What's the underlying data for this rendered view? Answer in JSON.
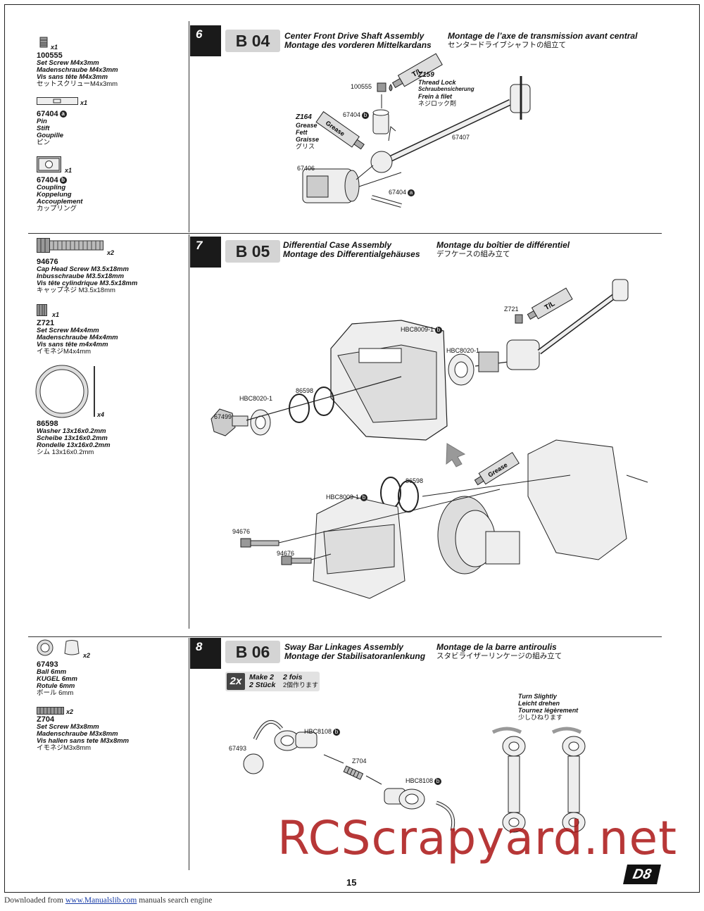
{
  "parts": {
    "p1": {
      "qty": "x1",
      "number": "100555",
      "en": "Set Screw M4x3mm",
      "de": "Madenschraube M4x3mm",
      "fr": "Vis sans tête M4x3mm",
      "jp": "セットスクリューM4x3mm"
    },
    "p2": {
      "qty": "x1",
      "number": "67404",
      "badge": "a",
      "en": "Pin",
      "de": "Stift",
      "fr": "Goupille",
      "jp": "ピン"
    },
    "p3": {
      "qty": "x1",
      "number": "67404",
      "badge": "b",
      "en": "Coupling",
      "de": "Koppelung",
      "fr": "Accouplement",
      "jp": "カップリング"
    },
    "p4": {
      "qty": "x2",
      "number": "94676",
      "en": "Cap Head Screw M3.5x18mm",
      "de": "Inbusschraube M3.5x18mm",
      "fr": "Vis tête cylindrique M3.5x18mm",
      "jp": "キャップネジ M3.5x18mm"
    },
    "p5": {
      "qty": "x1",
      "number": "Z721",
      "en": "Set Screw M4x4mm",
      "de": "Madenschraube M4x4mm",
      "fr": "Vis sans tête m4x4mm",
      "jp": "イモネジM4x4mm"
    },
    "p6": {
      "qty": "x4",
      "number": "86598",
      "en": "Washer 13x16x0.2mm",
      "de": "Scheibe 13x16x0.2mm",
      "fr": "Rondelle 13x16x0.2mm",
      "jp": "シム 13x16x0.2mm"
    },
    "p7": {
      "qty": "x2",
      "number": "67493",
      "en": "Ball 6mm",
      "de": "KUGEL 6mm",
      "fr": "Rotule 6mm",
      "jp": "ボール 6mm"
    },
    "p8": {
      "qty": "x2",
      "number": "Z704",
      "en": "Set Screw M3x8mm",
      "de": "Madenschraube M3x8mm",
      "fr": "Vis  hallen sans tete M3x8mm",
      "jp": "イモネジM3x8mm"
    }
  },
  "steps": {
    "s6": {
      "num": "6",
      "code": "B 04",
      "en": "Center Front Drive Shaft Assembly",
      "de": "Montage des vorderen Mittelkardans",
      "fr": "Montage de l’axe de transmission avant central",
      "jp": "センタードライブシャフトの組立て",
      "labels": {
        "a": "100555",
        "b": "Z159",
        "c": "Thread Lock",
        "d": "Schraubensicherung",
        "e": "Frein à filet",
        "f": "ネジロック剤",
        "g": "67404",
        "h": "Z164",
        "i": "Grease",
        "j": "Fett",
        "k": "Graisse",
        "l": "グリス",
        "m": "67407",
        "n": "67406",
        "o": "67404",
        "p": "T/L",
        "q": "Grease"
      }
    },
    "s7": {
      "num": "7",
      "code": "B 05",
      "en": "Differential Case Assembly",
      "de": "Montage des Differentialgehäuses",
      "fr": "Montage du boîtier de différentiel",
      "jp": "デフケースの組み立て",
      "labels": {
        "a": "Z721",
        "b": "HBC8009-1",
        "c": "HBC8020-1",
        "d": "HBC8020-1",
        "e": "86598",
        "f": "67499",
        "g": "86598",
        "h": "HBC8009-1",
        "i": "94676",
        "j": "94676",
        "k": "T/L",
        "l": "Grease"
      }
    },
    "s8": {
      "num": "8",
      "code": "B 06",
      "en": "Sway Bar Linkages Assembly",
      "de": "Montage der Stabilisatoranlenkung",
      "fr": "Montage de la barre antiroulis",
      "jp": "スタビライザーリンケージの組み立て",
      "make": {
        "box": "2x",
        "en": "Make 2",
        "de": "2 Stück",
        "fr": "2 fois",
        "jp": "2個作ります"
      },
      "labels": {
        "a": "HBC8108",
        "b": "67493",
        "c": "Z704",
        "d": "HBC8108"
      },
      "turn": {
        "en": "Turn Slightly",
        "de": "Leicht drehen",
        "fr": "Tournez légèrement",
        "jp": "少しひねります"
      }
    }
  },
  "page_number": "15",
  "logo": "D8",
  "watermark": "RCScrapyard.net",
  "footer": {
    "prefix": "Downloaded from ",
    "link": "www.Manualslib.com",
    "suffix": " manuals search engine"
  }
}
